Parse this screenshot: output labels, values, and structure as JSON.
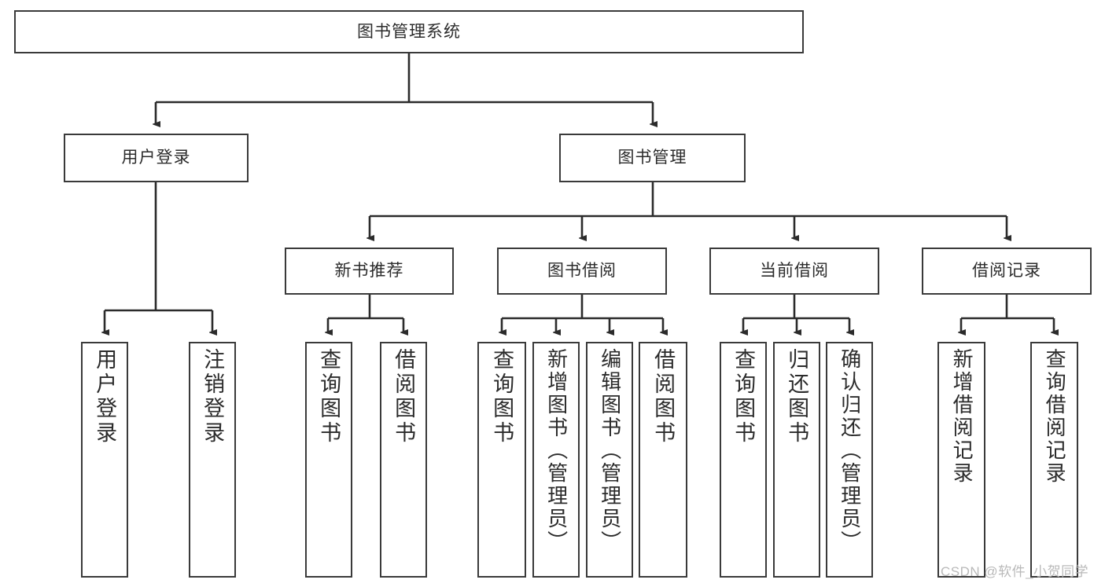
{
  "diagram": {
    "title": "图书管理系统",
    "type": "tree-hierarchy-function-structure",
    "root": {
      "label": "图书管理系统"
    },
    "level1": [
      {
        "label": "用户登录"
      },
      {
        "label": "图书管理"
      }
    ],
    "level2": [
      {
        "label": "新书推荐"
      },
      {
        "label": "图书借阅"
      },
      {
        "label": "当前借阅"
      },
      {
        "label": "借阅记录"
      }
    ],
    "leaves": [
      {
        "label": "用户登录"
      },
      {
        "label": "注销登录"
      },
      {
        "label": "查询图书"
      },
      {
        "label": "借阅图书"
      },
      {
        "label": "查询图书"
      },
      {
        "label": "新增图书（管理员）"
      },
      {
        "label": "编辑图书（管理员）"
      },
      {
        "label": "借阅图书"
      },
      {
        "label": "查询图书"
      },
      {
        "label": "归还图书"
      },
      {
        "label": "确认归还（管理员）"
      },
      {
        "label": "新增借阅记录"
      },
      {
        "label": "查询借阅记录"
      }
    ]
  },
  "watermark": {
    "text": "CSDN @软件_小贺同学"
  },
  "colors": {
    "border": "#3a3a3a",
    "text": "#2b2b2b",
    "background": "#ffffff",
    "watermark": "#b9b9b9"
  }
}
